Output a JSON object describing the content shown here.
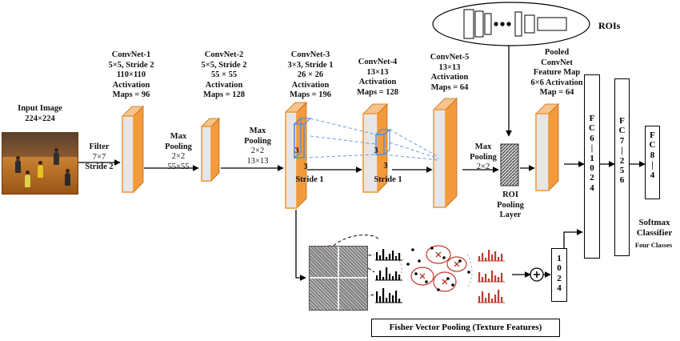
{
  "input": {
    "title": "Input  Image",
    "size": "224×224"
  },
  "filter": {
    "l1": "Filter",
    "l2": "7×7",
    "l3": "Stride 2"
  },
  "conv1": [
    "ConvNet-1",
    "5×5, Stride 2",
    "110×110",
    "Activation",
    "Maps = 96"
  ],
  "pool1": [
    "Max",
    "Pooling",
    "2×2",
    "55×55"
  ],
  "conv2": [
    "ConvNet-2",
    "5×5, Stride 2",
    "55 × 55",
    "Activation",
    "Maps = 128"
  ],
  "pool2": [
    "Max",
    "Pooling",
    "2×2",
    "13×13"
  ],
  "conv3": [
    "ConvNet-3",
    "3×3, Stride 1",
    "26 × 26",
    "Activation",
    "Maps = 196"
  ],
  "conv3_inner": {
    "k1": "3",
    "k2": "3",
    "stride": "Stride 1"
  },
  "conv4": [
    "ConvNet-4",
    "13×13",
    "Activation",
    "Maps = 128"
  ],
  "conv4_inner": {
    "k1": "3",
    "k2": "3",
    "stride": "Stride 1"
  },
  "conv5": [
    "ConvNet-5",
    "13×13",
    "Activation",
    "Maps = 64"
  ],
  "pool3": [
    "Max",
    "Pooling",
    "2×2"
  ],
  "roi_pool": [
    "ROI",
    "Pooling",
    "Layer"
  ],
  "rois": "ROIs",
  "pooled": [
    "Pooled",
    "ConvNet",
    "Feature Map",
    "6×6 Activation",
    "Map = 64"
  ],
  "fc6": [
    "F",
    "C",
    "6",
    "|",
    "1",
    "0",
    "2",
    "4"
  ],
  "fc7": [
    "F",
    "C",
    "7",
    "|",
    "2",
    "5",
    "6"
  ],
  "fc8": [
    "F",
    "C",
    "8",
    "|",
    "4"
  ],
  "fv_vec": [
    "1",
    "0",
    "2",
    "4"
  ],
  "softmax": [
    "Softmax",
    "Classifier"
  ],
  "classes": "Four Classes",
  "fisher": "Fisher Vector Pooling (Texture Features)",
  "colors": {
    "layer_face": "#e6e6e6",
    "layer_edge": "#f29a3c",
    "kernel": "#5b8ed6",
    "hist_red": "#c0392b"
  }
}
